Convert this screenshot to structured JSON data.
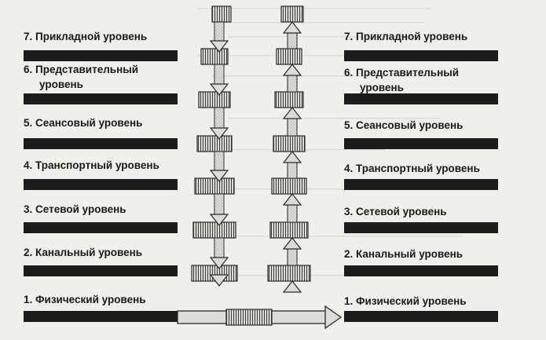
{
  "left_stack": {
    "layers": [
      {
        "lines": [
          "7. Прикладной уровень"
        ]
      },
      {
        "lines": [
          "6. Представительный",
          "уровень"
        ]
      },
      {
        "lines": [
          "5. Сеансовый уровень"
        ]
      },
      {
        "lines": [
          "4. Транспортный уровень"
        ]
      },
      {
        "lines": [
          "3. Сетевой уровень"
        ]
      },
      {
        "lines": [
          "2. Канальный  уровень"
        ]
      },
      {
        "lines": [
          "1. Физический  уровень"
        ]
      }
    ]
  },
  "right_stack": {
    "layers": [
      {
        "lines": [
          "7. Прикладной уровень"
        ]
      },
      {
        "lines": [
          "6. Представительный",
          "уровень"
        ]
      },
      {
        "lines": [
          "5. Сеансовый уровень"
        ]
      },
      {
        "lines": [
          "4. Транспортный уровень"
        ]
      },
      {
        "lines": [
          "3. Сетевой уровень"
        ]
      },
      {
        "lines": [
          "2. Канальный   уровень"
        ]
      },
      {
        "lines": [
          "1. Физический  уровень"
        ]
      }
    ]
  },
  "colors": {
    "page": "#efefec",
    "layer_bar": "#1c1c1c",
    "text": "#1a1a1a",
    "arrow_fill": "#dcdcd8",
    "arrow_stroke": "#2a2a2a"
  }
}
